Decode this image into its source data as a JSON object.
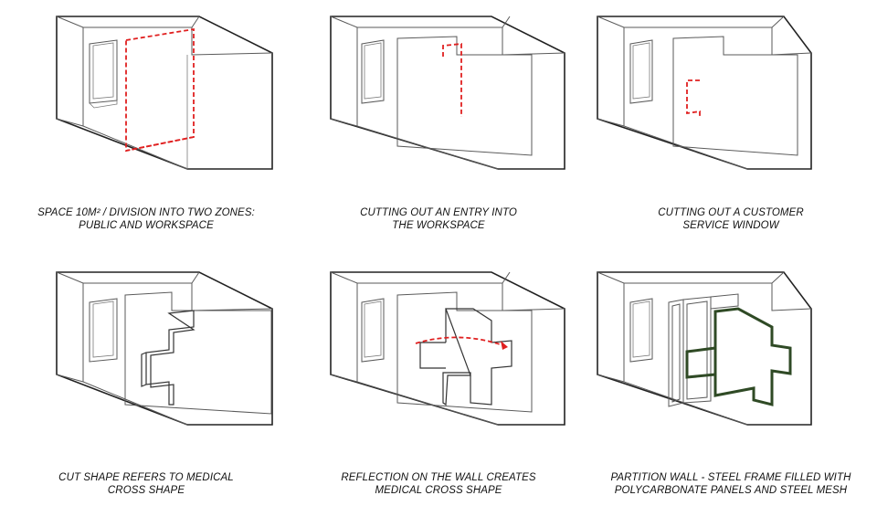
{
  "panels": [
    {
      "caption_line1": "SPACE 10m² / DIVISION INTO TWO ZONES:",
      "caption_line2": "PUBLIC AND WORKSPACE"
    },
    {
      "caption_line1": "CUTTING OUT AN ENTRY INTO",
      "caption_line2": "THE WORKSPACE"
    },
    {
      "caption_line1": "CUTTING OUT A CUSTOMER",
      "caption_line2": "SERVICE WINDOW"
    },
    {
      "caption_line1": "CUT SHAPE REFERS TO MEDICAL",
      "caption_line2": "CROSS SHAPE"
    },
    {
      "caption_line1": "REFLECTION ON THE WALL CREATES",
      "caption_line2": "MEDICAL CROSS SHAPE"
    },
    {
      "caption_line1": "PARTITION WALL - STEEL FRAME FILLED WITH",
      "caption_line2": "POLYCARBONATE  PANELS AND STEEL MESH"
    }
  ],
  "colors": {
    "dashed_line": "#e02020",
    "steel_frame": "#2f4a25",
    "line": "#333333"
  }
}
